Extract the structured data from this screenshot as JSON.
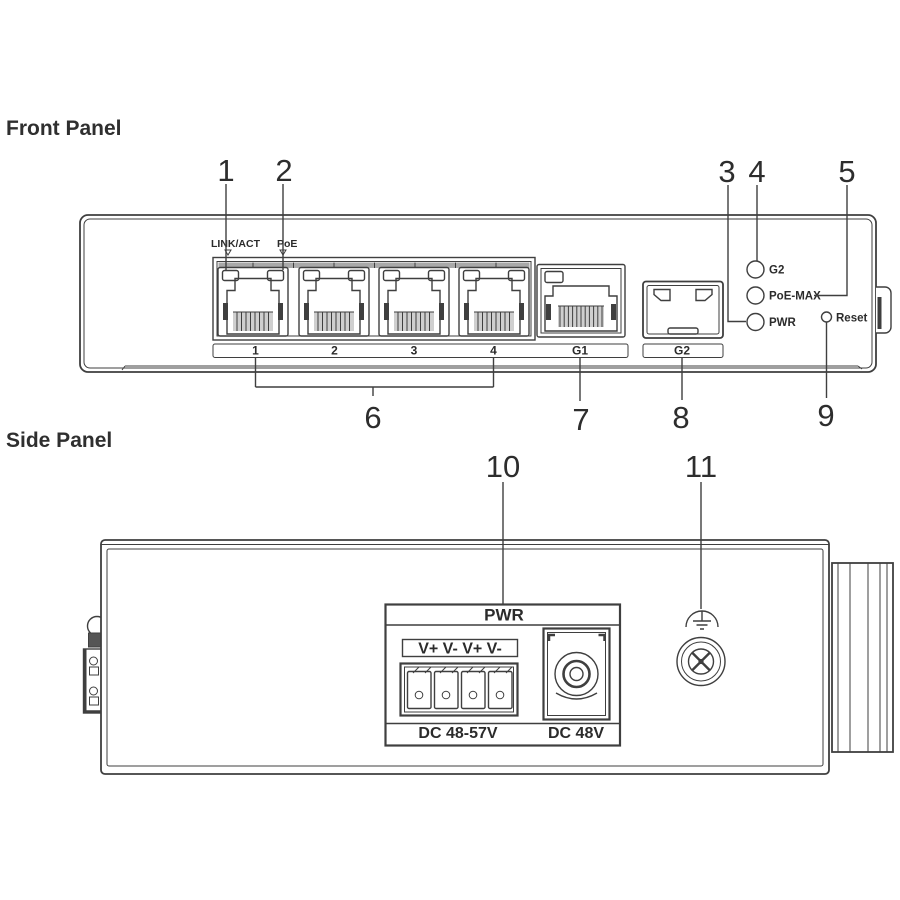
{
  "front_panel": {
    "title": "Front Panel",
    "port_led_labels": {
      "link_act": "LINK/ACT",
      "poe": "PoE"
    },
    "port_strip_labels": [
      "1",
      "2",
      "3",
      "4",
      "G1"
    ],
    "sfp_strip_label": "G2",
    "status_leds": [
      "G2",
      "PoE-MAX",
      "PWR"
    ],
    "reset_label": "Reset",
    "callouts": [
      "1",
      "2",
      "3",
      "4",
      "5",
      "6",
      "7",
      "8",
      "9"
    ]
  },
  "side_panel": {
    "title": "Side Panel",
    "callouts": [
      "10",
      "11"
    ],
    "pwr_box": {
      "title": "PWR",
      "terminal_polarity": "V+ V- V+ V-",
      "terminal_rating": "DC 48-57V",
      "jack_rating": "DC 48V"
    }
  },
  "colors": {
    "line": "#3f3f3f",
    "text": "#2b2b2b",
    "port_band": "#a9a9a9",
    "pins_shade": "#cfcfcf",
    "background": "#ffffff"
  }
}
